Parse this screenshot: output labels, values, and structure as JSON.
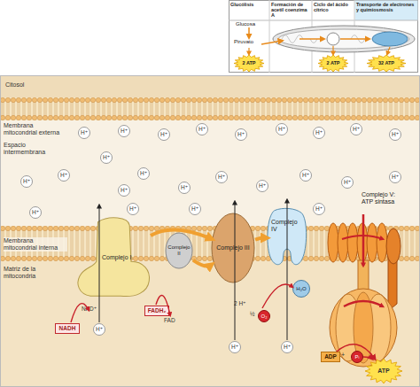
{
  "diagram": {
    "nodes": [
      {
        "text": [
          "Glucólisis",
          "Glucosa",
          "Piruvato"
        ]
      },
      {
        "text": [
          "Formación de acetil coenzima A"
        ]
      },
      {
        "text": [
          "Ciclo del ácido cítrico"
        ]
      },
      {
        "text": [
          "Transporte de electrones y quimiosmosis"
        ]
      },
      {
        "text": [
          "2 ATP"
        ],
        "in": 0
      },
      {
        "text": [
          "2 ATP"
        ],
        "in": 2
      },
      {
        "text": [
          "32 ATP"
        ],
        "in": 3
      },
      {
        "text": [
          "Complejo I"
        ]
      },
      {
        "text": [
          "Complejo II"
        ]
      },
      {
        "text": [
          "Complejo III"
        ]
      },
      {
        "text": [
          "Complejo IV"
        ]
      },
      {
        "text": [
          "Complejo V: ATP sintasa"
        ]
      },
      {
        "text": [
          "NADH"
        ]
      },
      {
        "text": [
          "FADH₂"
        ]
      },
      {
        "text": [
          "O₂"
        ]
      },
      {
        "text": [
          "H₂O"
        ]
      },
      {
        "text": [
          "ADP"
        ]
      },
      {
        "text": [
          "Pᵢ"
        ]
      },
      {
        "text": [
          "ATP"
        ]
      }
    ],
    "edges": [
      {
        "from": 7,
        "to": 9,
        "arrow": "to"
      },
      {
        "from": 8,
        "to": 9,
        "arrow": "to"
      },
      {
        "from": 9,
        "to": 10,
        "arrow": "to"
      },
      {
        "from": 16,
        "to": 18,
        "arrow": "to"
      },
      {
        "from": 17,
        "to": 18,
        "arrow": "to"
      }
    ],
    "labels": [
      "Citosol",
      "Membrana mitocondrial externa",
      "Espacio intermembrana",
      "Membrana mitocondrial interna",
      "Matriz de la mitocondria",
      "NAD⁺",
      "FAD",
      "2 H⁺",
      "½",
      "+",
      "H⁺",
      "H⁺",
      "H⁺",
      "H⁺",
      "H⁺",
      "H⁺",
      "H⁺",
      "H⁺",
      "H⁺",
      "H⁺",
      "H⁺",
      "H⁺",
      "H⁺",
      "H⁺",
      "H⁺",
      "H⁺",
      "H⁺",
      "H⁺",
      "H⁺",
      "H⁺",
      "H⁺",
      "H⁺",
      "H⁺",
      "H⁺",
      "H⁺",
      "H⁺",
      "H⁺"
    ]
  }
}
